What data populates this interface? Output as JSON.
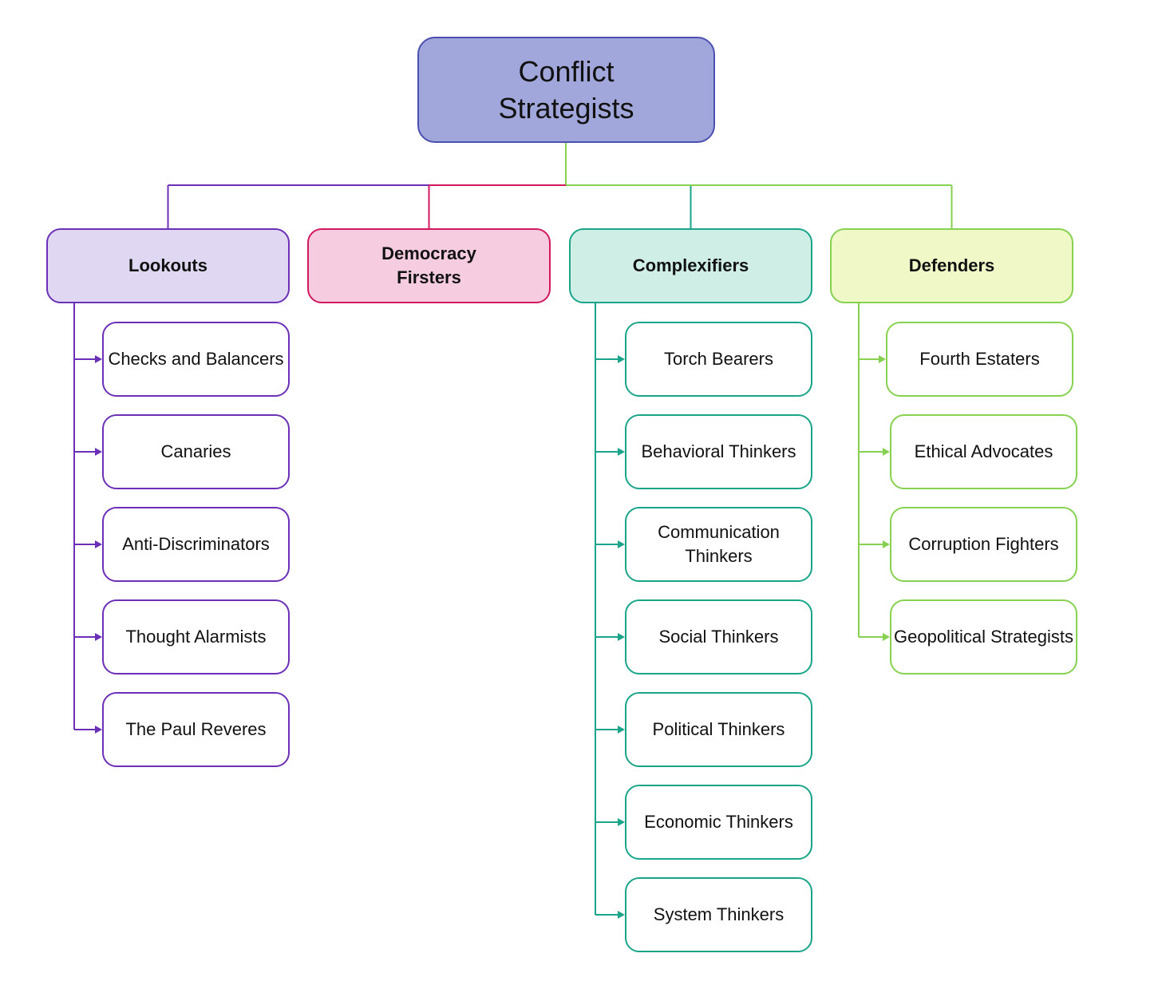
{
  "root": {
    "label": "Conflict Strategists"
  },
  "categories": [
    {
      "label": "Lookouts",
      "color": "#6b2fb8",
      "fill": "#e0d8f2",
      "items": [
        "Checks and Balancers",
        "Canaries",
        "Anti-Discriminators",
        "Thought Alarmists",
        "The Paul Reveres"
      ]
    },
    {
      "label": "Democracy Firsters",
      "color": "#d2185f",
      "fill": "#f6cde0",
      "items": []
    },
    {
      "label": "Complexifiers",
      "color": "#1aa58a",
      "fill": "#cfeee6",
      "items": [
        "Torch Bearers",
        "Behavioral Thinkers",
        "Communication Thinkers",
        "Social Thinkers",
        "Political Thinkers",
        "Economic Thinkers",
        "System Thinkers"
      ]
    },
    {
      "label": "Defenders",
      "color": "#86d150",
      "fill": "#eff8c6",
      "items": [
        "Fourth Estaters",
        "Ethical Advocates",
        "Corruption Fighters",
        "Geopolitical Strategists"
      ]
    }
  ]
}
